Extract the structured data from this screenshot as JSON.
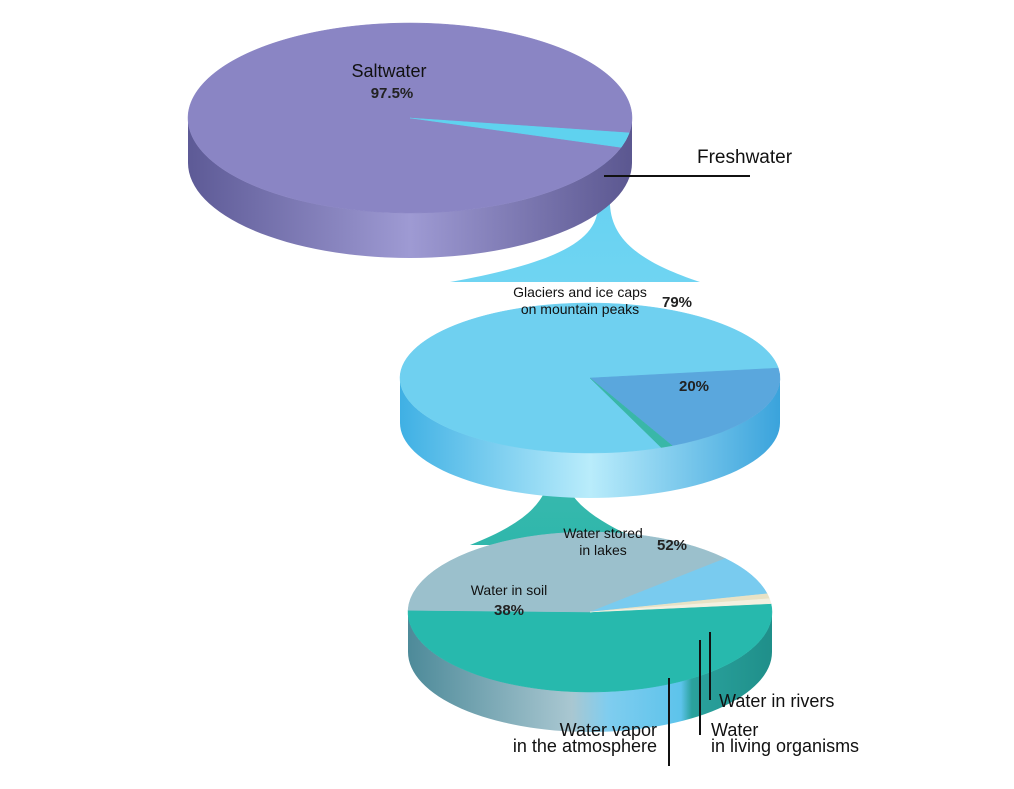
{
  "chart_data": [
    {
      "type": "pie",
      "slices": [
        {
          "label": "Saltwater",
          "value": 97.5,
          "color": "#8a85c4"
        },
        {
          "label": "Freshwater",
          "value": 2.5,
          "color": "#5fd2ef"
        }
      ]
    },
    {
      "type": "pie",
      "slices": [
        {
          "label": "Glaciers and ice caps on mountain peaks",
          "value": 79,
          "color": "#6fd0f0"
        },
        {
          "label": "",
          "value": 20,
          "color": "#5aa7dd"
        },
        {
          "label": "",
          "value": 1,
          "color": "#39b7a8"
        }
      ]
    },
    {
      "type": "pie",
      "slices": [
        {
          "label": "Water stored in lakes",
          "value": 52,
          "color": "#27b9ad"
        },
        {
          "label": "Water in soil",
          "value": 38,
          "color": "#9bc0cc"
        },
        {
          "label": "Water vapor in the atmosphere",
          "value": 8,
          "color": "#79cbef"
        },
        {
          "label": "Water in living organisms",
          "value": 1,
          "color": "#e8e2c5"
        },
        {
          "label": "Water in rivers",
          "value": 1,
          "color": "#f3f0e0"
        }
      ]
    }
  ],
  "labels": {
    "saltwater_name": "Saltwater",
    "saltwater_pct": "97.5%",
    "freshwater": "Freshwater",
    "glaciers_line1": "Glaciers and ice caps",
    "glaciers_line2": "on mountain peaks",
    "glaciers_pct": "79%",
    "groundwater_pct": "20%",
    "lakes_line1": "Water stored",
    "lakes_line2": "in lakes",
    "lakes_pct": "52%",
    "soil_name": "Water in soil",
    "soil_pct": "38%",
    "rivers": "Water in rivers",
    "organisms_line1": "Water",
    "organisms_line2": "in living organisms",
    "vapor_line1": "Water vapor",
    "vapor_line2": "in the atmosphere"
  }
}
